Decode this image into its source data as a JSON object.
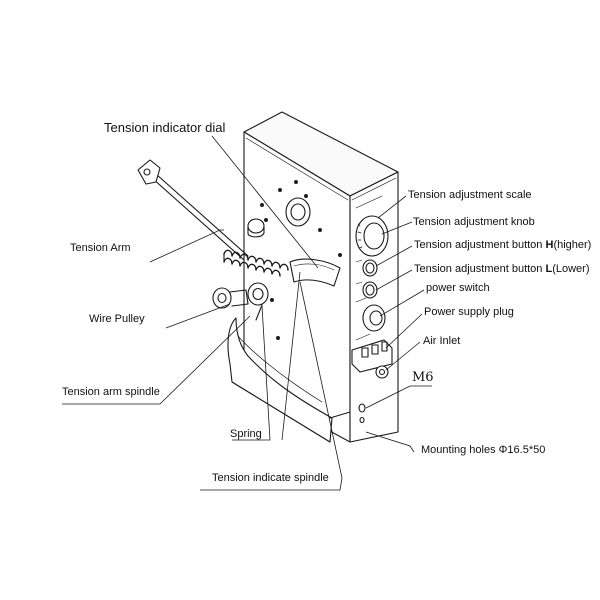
{
  "labels": {
    "tension_indicator_dial": "Tension indicator dial",
    "tension_arm": "Tension Arm",
    "wire_pulley": "Wire Pulley",
    "tension_arm_spindle": "Tension arm spindle",
    "spring": "Spring",
    "tension_indicate_spindle": "Tension indicate spindle",
    "tension_adjustment_scale": "Tension adjustment scale",
    "tension_adjustment_knob": "Tension adjustment knob",
    "button_h_prefix": "Tension adjustment button ",
    "button_h_key": "H",
    "button_h_suffix": "(higher)",
    "button_l_prefix": "Tension adjustment button ",
    "button_l_key": "L",
    "button_l_suffix": "(Lower)",
    "power_switch": "power switch",
    "power_supply_plug": "Power supply plug",
    "air_inlet": "Air Inlet",
    "m6": "M6",
    "mounting_holes": "Mounting holes Φ16.5*50"
  },
  "colors": {
    "line": "#1a1a1a",
    "background": "#ffffff"
  }
}
